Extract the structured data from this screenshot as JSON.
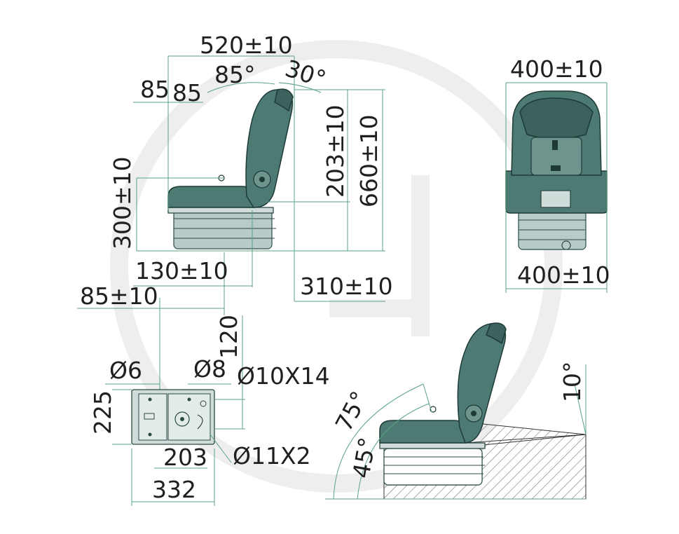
{
  "diagram": {
    "side_view": {
      "width_label": "520±10",
      "offset_a": "85",
      "offset_b": "85",
      "recline_forward": "85°",
      "recline_back": "30°",
      "seat_height": "300±10",
      "backrest_pivot": "203±10",
      "overall_height": "660±10",
      "depth_front": "130±10",
      "depth_rear": "310±10",
      "rail_offset": "85±10"
    },
    "front_view": {
      "top_width": "400±10",
      "base_width": "400±10"
    },
    "base_plate": {
      "rail_gap": "120",
      "hole_small": "Ø6",
      "hole_medium": "Ø8",
      "slot_large": "Ø10X14",
      "slot_bottom": "Ø11X2",
      "height": "225",
      "hole_spacing": "203",
      "width": "332"
    },
    "tilt_view": {
      "angle_backrest": "75°",
      "angle_seat": "45°",
      "angle_floor": "10°"
    }
  }
}
